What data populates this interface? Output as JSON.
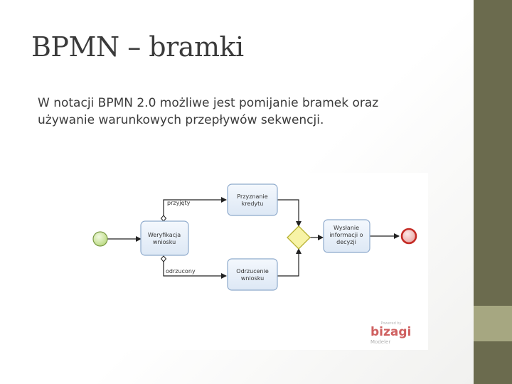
{
  "slide": {
    "title": "BPMN – bramki",
    "body_line1": "W notacji BPMN 2.0 możliwe jest pomijanie bramek oraz",
    "body_line2": "używanie warunkowych przepływów sekwencji."
  },
  "diagram": {
    "tasks": {
      "verify_line1": "Weryfikacja",
      "verify_line2": "wniosku",
      "grant_line1": "Przyznanie",
      "grant_line2": "kredytu",
      "reject_line1": "Odrzucenie",
      "reject_line2": "wniosku",
      "send_line1": "Wysłanie",
      "send_line2": "informacji o",
      "send_line3": "decyzji"
    },
    "flows": {
      "accepted": "przyjęty",
      "rejected": "odrzucony"
    },
    "watermark": {
      "powered": "Powered by",
      "brand": "bizagi",
      "product": "Modeler"
    }
  },
  "colors": {
    "start_event": "#c8e39a",
    "end_event": "#e0403a",
    "gateway": "#f6f3a0",
    "task_fill": "#e9f1fa",
    "task_stroke": "#7d9dc2",
    "sidebar_dark": "#6b6b4e",
    "sidebar_light": "#a6a781",
    "brand": "#cf6060"
  }
}
